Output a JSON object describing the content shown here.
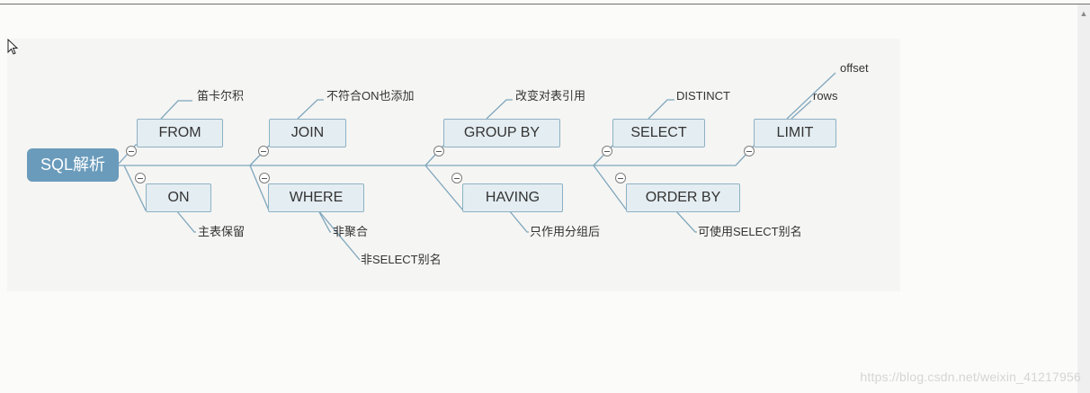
{
  "mindmap": {
    "root": "SQL解析",
    "top_nodes": [
      {
        "label": "FROM",
        "leaves": [
          "笛卡尔积"
        ]
      },
      {
        "label": "JOIN",
        "leaves": [
          "不符合ON也添加"
        ]
      },
      {
        "label": "GROUP BY",
        "leaves": [
          "改变对表引用"
        ]
      },
      {
        "label": "SELECT",
        "leaves": [
          "DISTINCT"
        ]
      },
      {
        "label": "LIMIT",
        "leaves": [
          "offset",
          "rows"
        ]
      }
    ],
    "bottom_nodes": [
      {
        "label": "ON",
        "leaves": [
          "主表保留"
        ]
      },
      {
        "label": "WHERE",
        "leaves": [
          "非聚合",
          "非SELECT别名"
        ]
      },
      {
        "label": "HAVING",
        "leaves": [
          "只作用分组后"
        ]
      },
      {
        "label": "ORDER BY",
        "leaves": [
          "可使用SELECT别名"
        ]
      }
    ]
  },
  "watermark": "https://blog.csdn.net/weixin_41217956",
  "colors": {
    "root_fill": "#6a9bbb",
    "node_fill": "#e4edf1",
    "node_border": "#8db1c4",
    "connector": "#7ea6bd"
  }
}
